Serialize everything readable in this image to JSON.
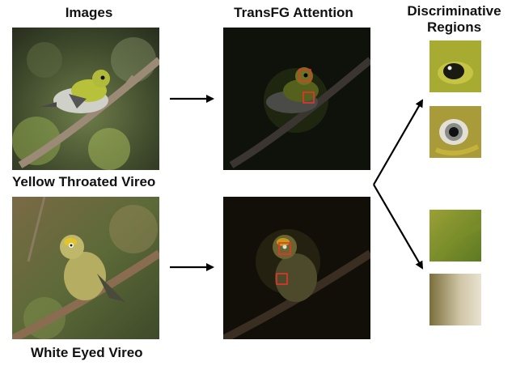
{
  "headers": {
    "images": "Images",
    "attention": "TransFG Attention",
    "discriminative_line1": "Discriminative",
    "discriminative_line2": "Regions"
  },
  "species": {
    "top": "Yellow Throated Vireo",
    "bottom": "White Eyed Vireo"
  },
  "colors": {
    "highlight_box": "#e8342a",
    "arrow": "#000000"
  }
}
